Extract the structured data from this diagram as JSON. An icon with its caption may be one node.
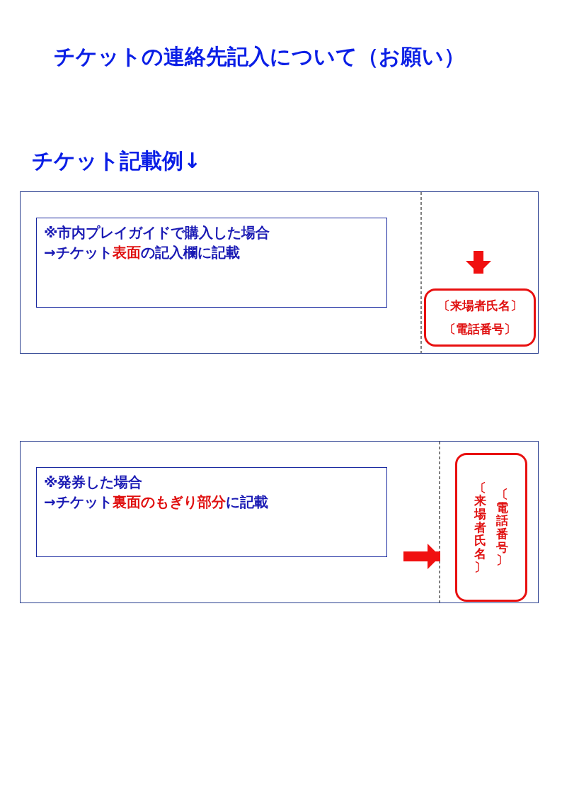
{
  "diagram": {
    "title": "チケットの連絡先記入について（お願い）",
    "nodes": [
      {
        "text": [],
        "shape": "box"
      },
      {
        "text": [
          "※市内プレイガイドで購入した場合",
          "→チケット**表面**の記入欄に記載"
        ],
        "in": 0
      },
      {
        "text": [
          "〔来場者氏名〕",
          "〔電話番号〕"
        ],
        "in": 0
      },
      {
        "text": [],
        "shape": "box"
      },
      {
        "text": [
          "※発券した場合",
          "→チケット**裏面のもぎり部分**に記載"
        ],
        "in": 3
      },
      {
        "text": [
          "〔来場者氏名〕",
          "〔電話番号〕"
        ],
        "in": 3
      }
    ],
    "edges": [
      {
        "from": null,
        "to": 2,
        "arrow": "to"
      },
      {
        "from": null,
        "to": 5,
        "arrow": "to"
      }
    ],
    "labels": [
      "チケット記載例↓"
    ]
  }
}
